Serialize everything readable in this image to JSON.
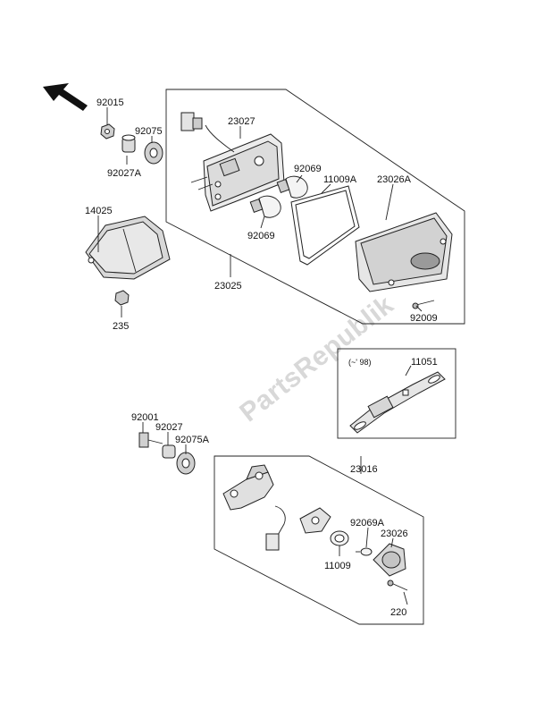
{
  "watermark": "PartsRepublik",
  "note_fitment": "(~' 98)",
  "labels": {
    "p92015": "92015",
    "p92075": "92075",
    "p92027A": "92027A",
    "p23027": "23027",
    "p92069a": "92069",
    "p92069b": "92069",
    "p11009A": "11009A",
    "p23026A": "23026A",
    "p14025": "14025",
    "p235": "235",
    "p23025": "23025",
    "p92009": "92009",
    "p11051": "11051",
    "p92001": "92001",
    "p92027": "92027",
    "p92075A": "92075A",
    "p23016": "23016",
    "p92069A": "92069A",
    "p23026": "23026",
    "p11009": "11009",
    "p220": "220"
  }
}
